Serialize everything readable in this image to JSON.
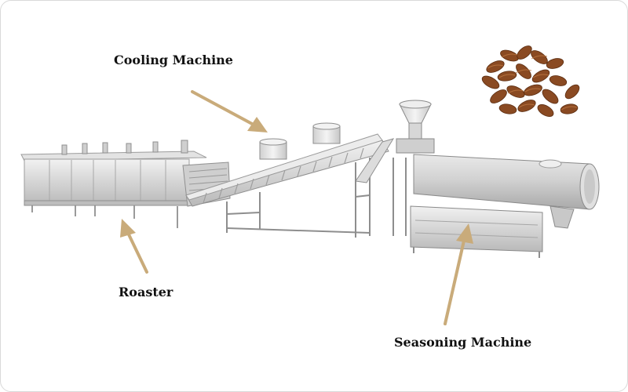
{
  "labels": {
    "cooling_machine": "Cooling Machine",
    "roaster": "Roaster",
    "seasoning_machine": "Seasoning Machine"
  },
  "colors": {
    "arrow": "#c9ab7a",
    "steel_light": "#e6e6e6",
    "steel_mid": "#c4c4c4",
    "steel_dark": "#8c8c8c",
    "pecan": "#8a4a22",
    "pecan_light": "#c07a44",
    "border": "#d9d9d9"
  }
}
